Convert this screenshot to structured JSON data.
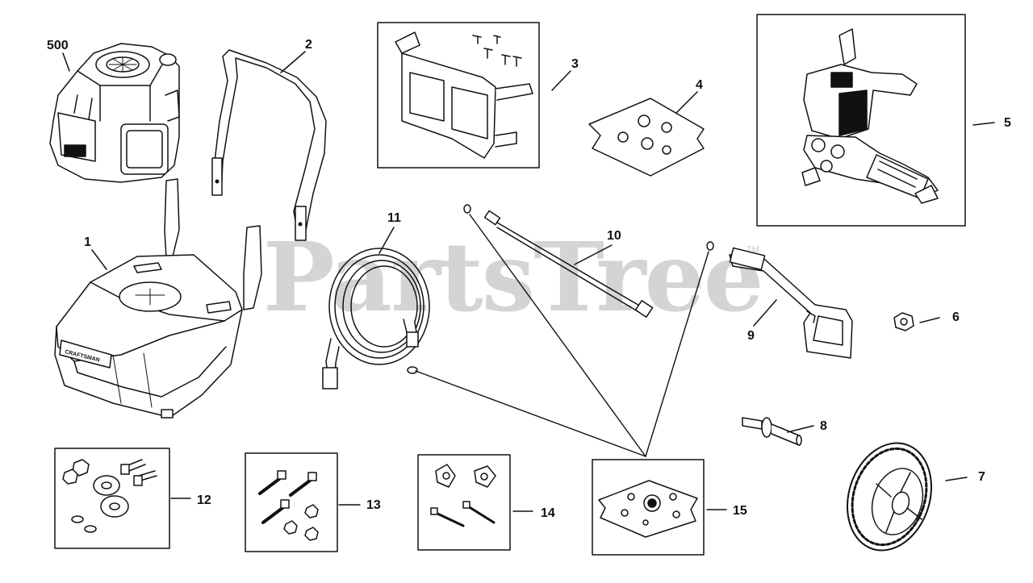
{
  "watermark": {
    "text": "PartsTree",
    "trademark": "TM"
  },
  "brand_plate": "CRAFTSMAN",
  "callouts": {
    "p500": "500",
    "p1": "1",
    "p2": "2",
    "p3": "3",
    "p4": "4",
    "p5": "5",
    "p6": "6",
    "p7": "7",
    "p8": "8",
    "p9": "9",
    "p10": "10",
    "p11": "11",
    "p12": "12",
    "p13": "13",
    "p14": "14",
    "p15": "15"
  },
  "colors": {
    "line": "#111111",
    "watermark": "#d4d4d4",
    "background": "#ffffff"
  }
}
